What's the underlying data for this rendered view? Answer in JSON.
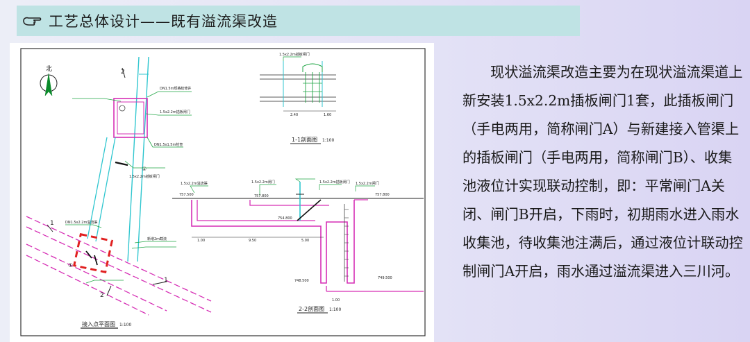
{
  "header": {
    "title": "工艺总体设计——既有溢流渠改造"
  },
  "drawing": {
    "north_label": "北",
    "plan_title": "接入点平面图",
    "plan_scale": "1:100",
    "section11_title": "1-1剖面图",
    "section11_scale": "1:100",
    "section22_title": "2-2剖面图",
    "section22_scale": "1:100",
    "section_marks": [
      "2",
      "2",
      "1",
      "1"
    ],
    "circle_mark": "①",
    "plan_callouts": [
      "DN1.5m规格检修井",
      "1.5x2.2m插板闸门",
      "DN1.5x1.5m检查",
      "1.5x2.2m插板闸门",
      "新增2m截流",
      "DN1.5x2.2m溢流渠"
    ],
    "sec11_callout": "1.5x2.2m插板闸门",
    "sec11_dims": [
      "2.40",
      "1.60"
    ],
    "sec22_callouts": [
      "1.5x2.2m溢流渠",
      "1.5x2.2m闸门",
      "1.5x2.2m插板闸门",
      "1.5x2.2m闸门"
    ],
    "sec22_elevs": [
      "757.500",
      "757.800",
      "757.800",
      "754.800",
      "748.500",
      "749.500"
    ],
    "sec22_dims": [
      "1.00",
      "9.50",
      "5.00",
      "1.00"
    ]
  },
  "description": "现状溢流渠改造主要为在现状溢流渠道上新安装1.5x2.2m插板闸门1套，此插板闸门（手电两用，简称闸门A）与新建接入管渠上的插板闸门（手电两用，简称闸门B）、收集池液位计实现联动控制，即：平常闸门A关闭、闸门B开启，下雨时，初期雨水进入雨水收集池，待收集池注满后，通过液位计联动控制闸门A开启，雨水通过溢流渠进入三川河。",
  "colors": {
    "title_bar": "#bfe3e4",
    "channel_cyan": "#2fc6cf",
    "wall_magenta": "#d62fb5",
    "mark_red": "#e02020",
    "leader_green": "#1fa544"
  }
}
